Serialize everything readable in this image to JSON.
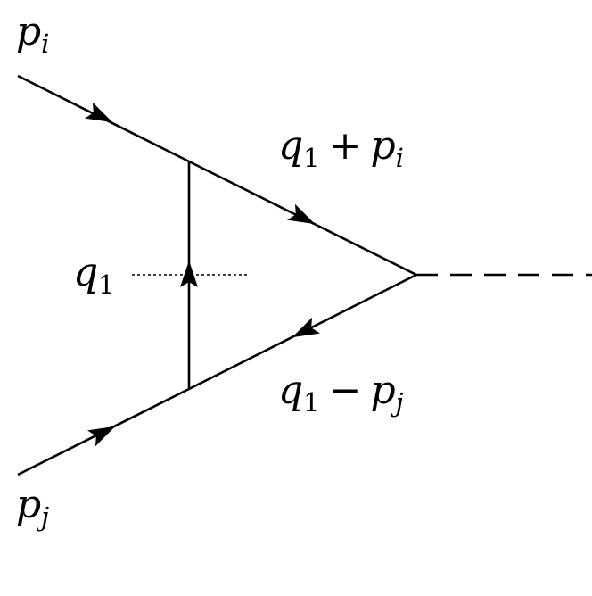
{
  "diagram": {
    "labels": {
      "p_i": {
        "base": "p",
        "sub": "i"
      },
      "p_j": {
        "base": "p",
        "sub": "j"
      },
      "q1": {
        "base": "q",
        "sub": "1"
      },
      "upper": {
        "base": "q",
        "sub": "1",
        "op": "+",
        "base2": "p",
        "sub2": "i"
      },
      "lower": {
        "base": "q",
        "sub": "1",
        "op": "−",
        "base2": "p",
        "sub2": "j"
      }
    },
    "line_color": "#000000"
  }
}
